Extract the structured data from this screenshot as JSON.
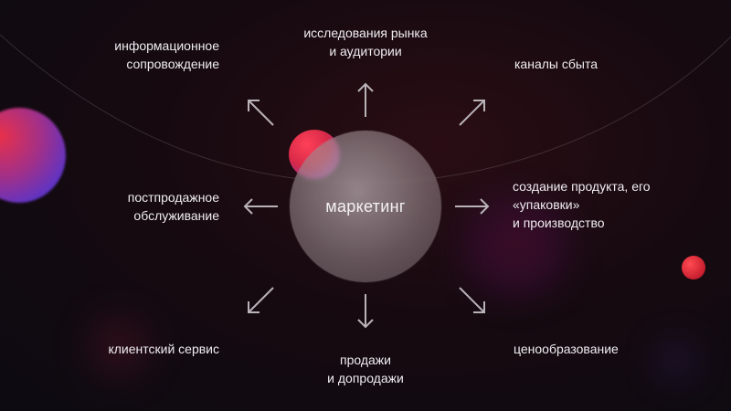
{
  "center": {
    "label": "маркетинг"
  },
  "nodes": {
    "top": [
      "исследования рынка",
      "и аудитории"
    ],
    "top_left": [
      "информационное",
      "сопровождение"
    ],
    "top_right": [
      "каналы сбыта"
    ],
    "left": [
      "постпродажное",
      "обслуживание"
    ],
    "right": [
      "создание продукта, его",
      "«упаковки»",
      "и производство"
    ],
    "bottom_left": [
      "клиентский сервис"
    ],
    "bottom": [
      "продажи",
      "и допродажи"
    ],
    "bottom_right": [
      "ценообразование"
    ]
  },
  "colors": {
    "background": "#160a10",
    "text": "#efedf0",
    "arrow": "#b9b3b8",
    "accent_red": "#e8304a",
    "accent_violet": "#5a34c8"
  }
}
